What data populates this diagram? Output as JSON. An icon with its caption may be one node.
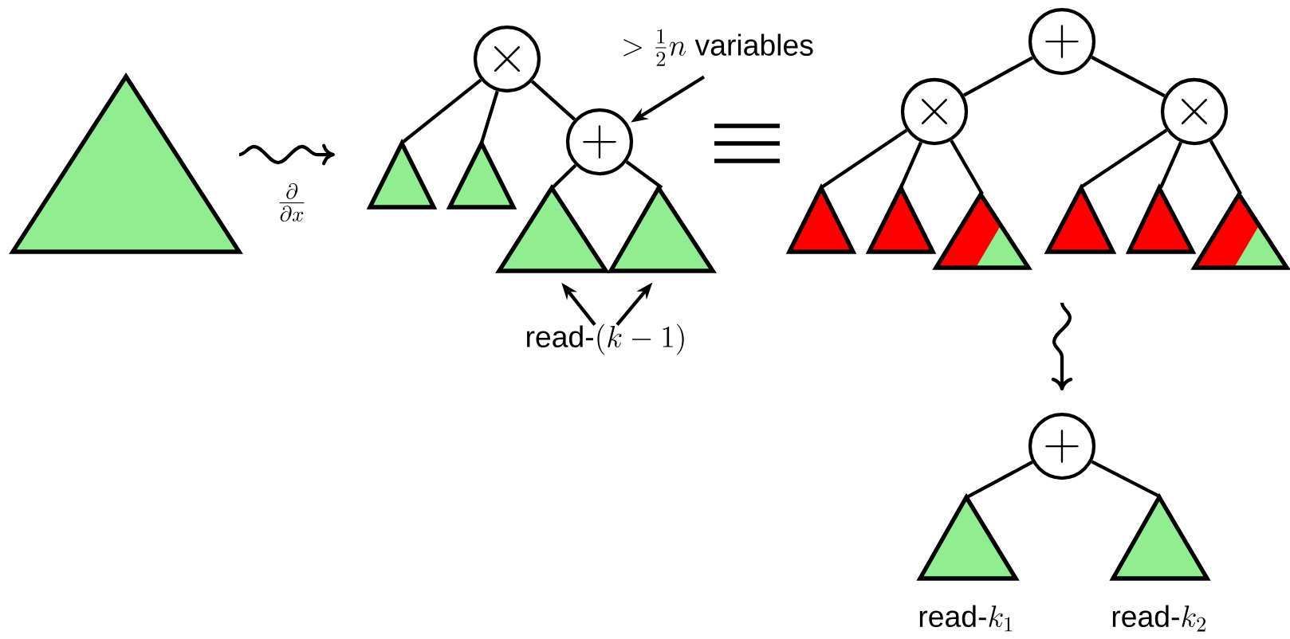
{
  "diagram": {
    "nodes": [
      {
        "text": [],
        "shape": "triangle"
      },
      {
        "text": [
          "\\times"
        ]
      },
      {
        "text": [],
        "shape": "triangle"
      },
      {
        "text": [],
        "shape": "triangle"
      },
      {
        "text": [
          "+"
        ]
      },
      {
        "text": [],
        "shape": "triangle"
      },
      {
        "text": [],
        "shape": "triangle"
      },
      {
        "text": [
          "> \\frac{1}{2}n\\ \\mbox{variables}"
        ]
      },
      {
        "text": [
          "\\mbox{read-}(k-1)"
        ]
      },
      {
        "text": [
          "+"
        ]
      },
      {
        "text": [
          "\\times"
        ]
      },
      {
        "text": [
          "\\times"
        ]
      },
      {
        "text": [],
        "shape": "triangle"
      },
      {
        "text": [],
        "shape": "triangle"
      },
      {
        "text": [],
        "shape": "triangle"
      },
      {
        "text": [],
        "shape": "triangle"
      },
      {
        "text": [],
        "shape": "triangle"
      },
      {
        "text": [],
        "shape": "triangle"
      },
      {
        "text": [
          "+"
        ]
      },
      {
        "text": [],
        "shape": "triangle",
        "beside": [
          "\\mbox{read-}k_1"
        ]
      },
      {
        "text": [],
        "shape": "triangle",
        "beside": [
          "\\mbox{read-}k_2"
        ]
      }
    ],
    "edges": [
      {
        "from": 1,
        "to": 2,
        "arrow": "none"
      },
      {
        "from": 1,
        "to": 3,
        "arrow": "none"
      },
      {
        "from": 1,
        "to": 4,
        "arrow": "none"
      },
      {
        "from": 4,
        "to": 5,
        "arrow": "none"
      },
      {
        "from": 4,
        "to": 6,
        "arrow": "none"
      },
      {
        "from": 7,
        "to": 4,
        "arrow": "to"
      },
      {
        "from": 8,
        "to": 5,
        "arrow": "to"
      },
      {
        "from": 8,
        "to": 6,
        "arrow": "to"
      },
      {
        "from": 9,
        "to": 10,
        "arrow": "none"
      },
      {
        "from": 9,
        "to": 11,
        "arrow": "none"
      },
      {
        "from": 10,
        "to": 12,
        "arrow": "none"
      },
      {
        "from": 10,
        "to": 13,
        "arrow": "none"
      },
      {
        "from": 10,
        "to": 14,
        "arrow": "none"
      },
      {
        "from": 11,
        "to": 15,
        "arrow": "none"
      },
      {
        "from": 11,
        "to": 16,
        "arrow": "none"
      },
      {
        "from": 11,
        "to": 17,
        "arrow": "none"
      },
      {
        "from": 18,
        "to": 19,
        "arrow": "none"
      },
      {
        "from": 18,
        "to": 20,
        "arrow": "none"
      }
    ],
    "labels": [
      "\\frac{\\partial}{\\partial x}"
    ]
  }
}
